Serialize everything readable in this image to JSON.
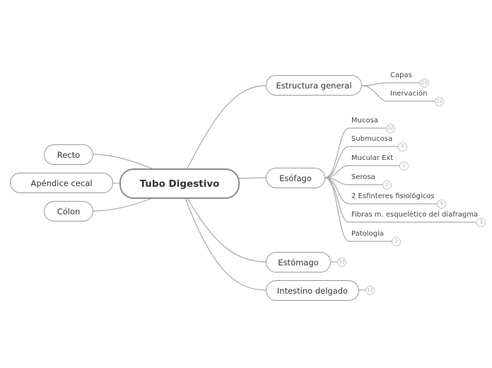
{
  "map": {
    "central": "Tubo Digestivo",
    "left": [
      "Recto",
      "Apéndice cecal",
      "Cólon"
    ],
    "estructura": {
      "label": "Estructura general",
      "children": [
        {
          "label": "Capas",
          "count": "29"
        },
        {
          "label": "Inervación",
          "count": "22"
        }
      ]
    },
    "esofago": {
      "label": "Esófago",
      "children": [
        {
          "label": "Mucosa",
          "count": "32"
        },
        {
          "label": "Submucosa",
          "count": "9"
        },
        {
          "label": "Mucular Ext",
          "count": "1"
        },
        {
          "label": "Serosa",
          "count": "2"
        },
        {
          "label": "2 Esfinteres fisiológicos",
          "count": "5"
        },
        {
          "label": "Fibras m. esquelético del diafragma",
          "count": "3"
        },
        {
          "label": "Patología",
          "count": "2"
        }
      ]
    },
    "estomago": {
      "label": "Estómago",
      "count": "33"
    },
    "intestino": {
      "label": "Intestino delgado",
      "count": "12"
    }
  },
  "colors": {
    "line": "#a8a8a8",
    "border": "#9a9a9a",
    "badge": "#c4c4c4"
  }
}
